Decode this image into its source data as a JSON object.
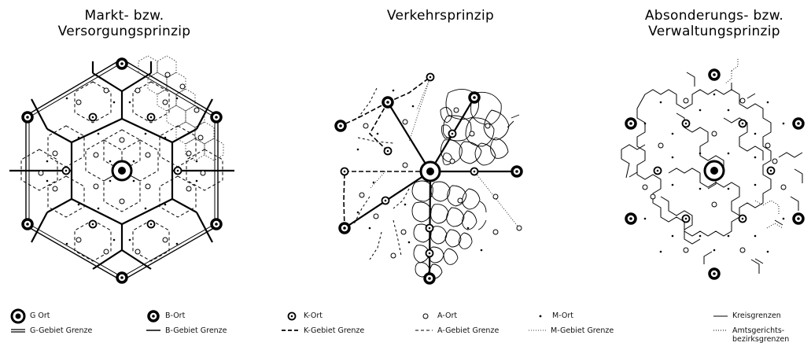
{
  "titles": {
    "market": [
      "Markt- bzw.",
      "Versorgungsprinzip"
    ],
    "traffic": "Verkehrsprinzip",
    "admin": [
      "Absonderungs- bzw.",
      "Verwaltungsprinzip"
    ]
  },
  "legend": {
    "g_place": "G Ort",
    "g_border": "G-Gebiet Grenze",
    "b_place": "B-Ort",
    "b_border": "B-Gebiet Grenze",
    "k_place": "K-Ort",
    "k_border": "K-Gebiet Grenze",
    "a_place": "A-Ort",
    "a_border": "A-Gebiet Grenze",
    "m_place": "M-Ort",
    "m_border": "M-Gebiet Grenze",
    "district": "Kreisgrenzen",
    "court": [
      "Amtsgerichts-",
      "bezirksgrenzen"
    ]
  }
}
